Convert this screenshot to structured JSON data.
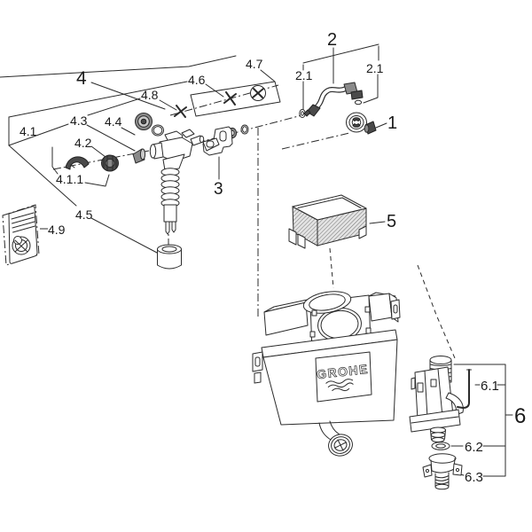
{
  "diagram": {
    "kind": "exploded-parts-diagram",
    "background": "#ffffff",
    "line_color": "#2b2b2b",
    "hatch_color": "#555555",
    "dark_part_color": "#4a4a4a"
  },
  "brand": {
    "logo_text": "GROHE"
  },
  "labels": {
    "p1": "1",
    "p2": "2",
    "p2_1a": "2.1",
    "p2_1b": "2.1",
    "p3": "3",
    "p4": "4",
    "p4_1": "4.1",
    "p4_1_1": "4.1.1",
    "p4_2": "4.2",
    "p4_3": "4.3",
    "p4_4": "4.4",
    "p4_5": "4.5",
    "p4_6": "4.6",
    "p4_7": "4.7",
    "p4_8": "4.8",
    "p4_9": "4.9",
    "p5": "5",
    "p6": "6",
    "p6_1": "6.1",
    "p6_2": "6.2",
    "p6_3": "6.3"
  }
}
